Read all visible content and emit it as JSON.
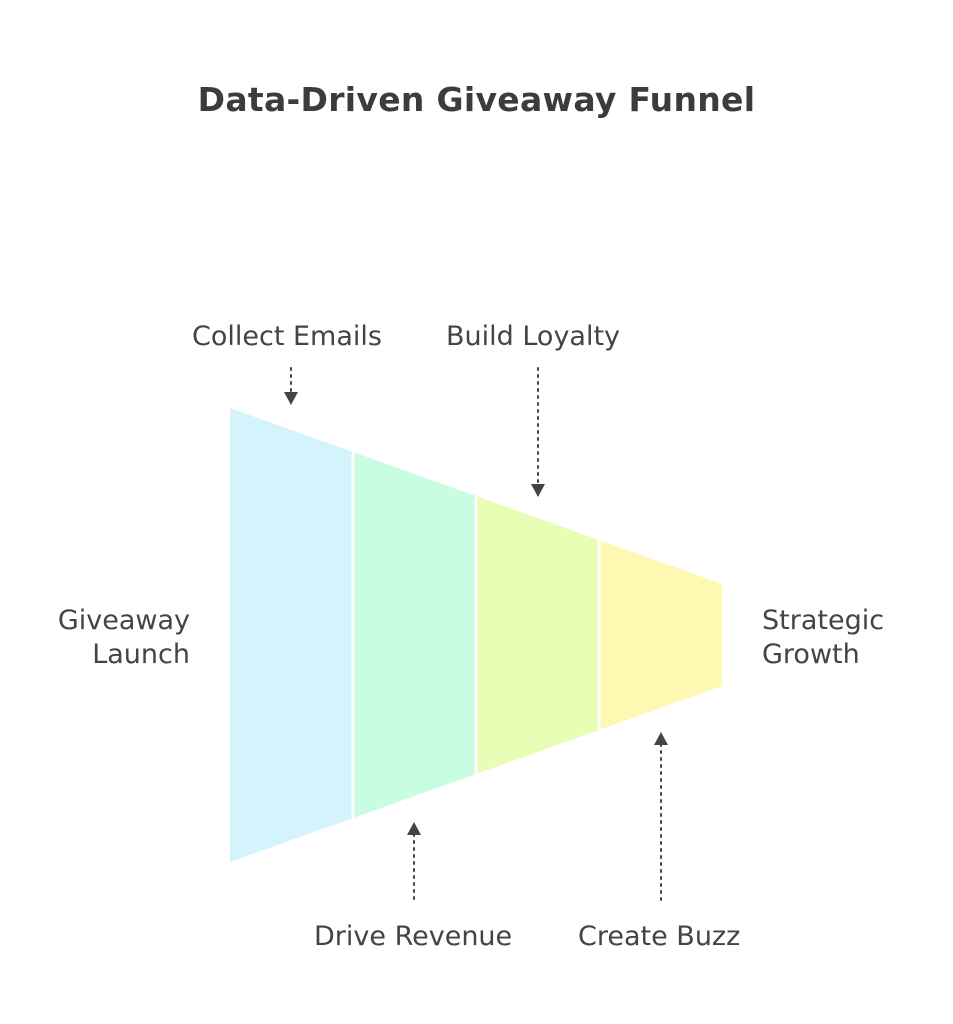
{
  "title": "Data-Driven Giveaway Funnel",
  "start_label": {
    "line1": "Giveaway",
    "line2": "Launch"
  },
  "end_label": {
    "line1": "Strategic",
    "line2": "Growth"
  },
  "stages": [
    {
      "label": "Collect Emails",
      "color": "#d4f3fd"
    },
    {
      "label": "Drive Revenue",
      "color": "#c9fde2"
    },
    {
      "label": "Build Loyalty",
      "color": "#e8feb5"
    },
    {
      "label": "Create Buzz",
      "color": "#fff8b3"
    }
  ],
  "colors": {
    "text": "#444444",
    "arrow": "#444444",
    "divider": "#ffffff"
  }
}
